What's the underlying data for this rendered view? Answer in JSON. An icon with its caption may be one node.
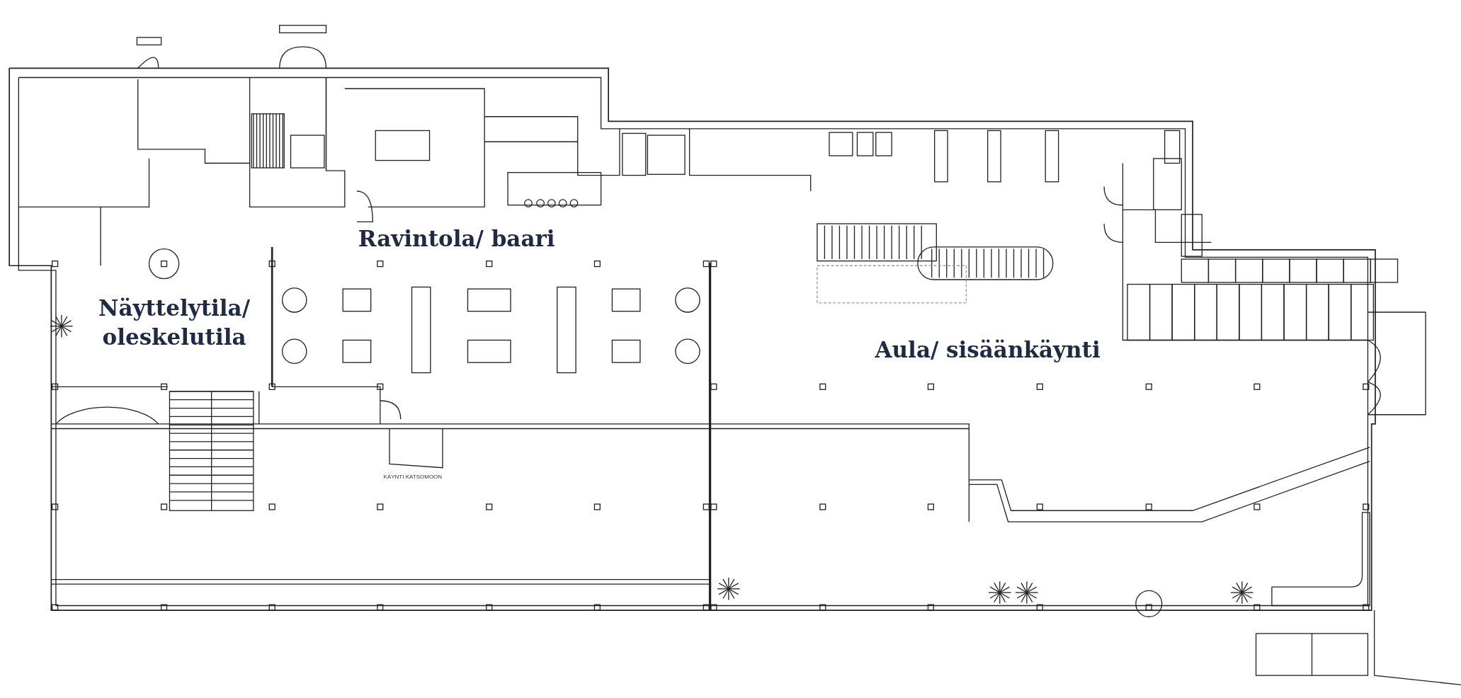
{
  "diagram": {
    "labels": [
      "Ravintola/ baari",
      "Näyttelytila/ oleskelutila",
      "Aula/ sisäänkäynti",
      "KÄYNTI KATSOMOON"
    ]
  }
}
